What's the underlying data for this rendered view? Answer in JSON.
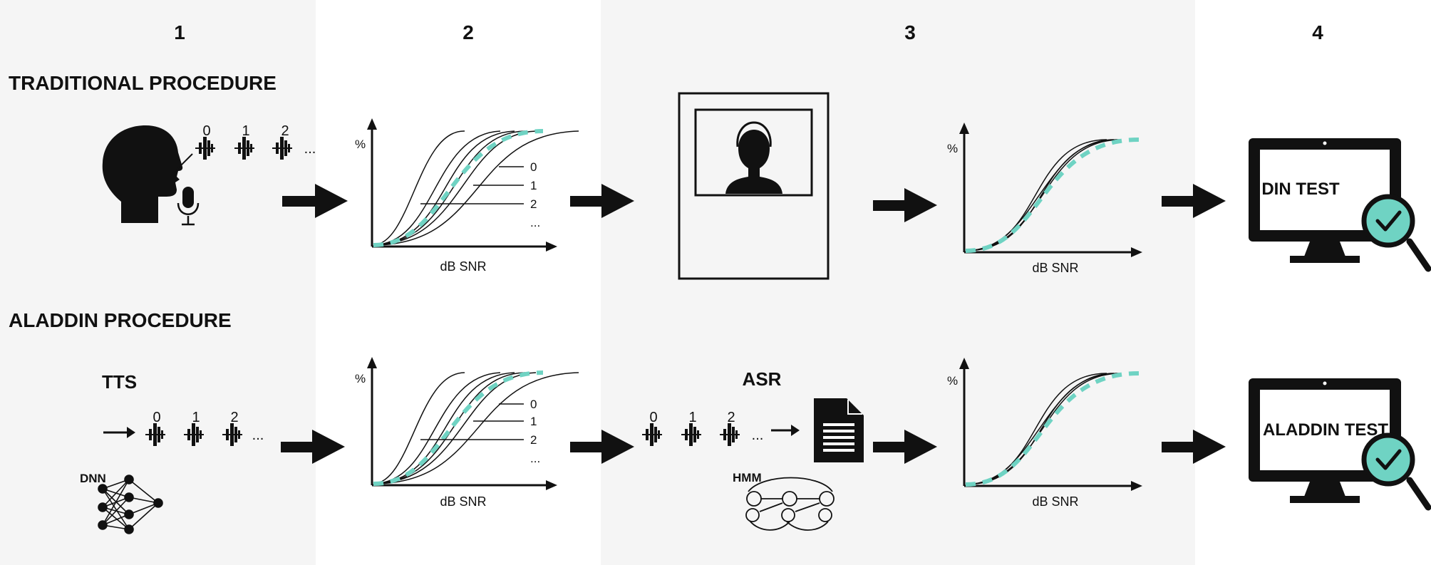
{
  "columns": [
    "1",
    "2",
    "3",
    "4"
  ],
  "rows": {
    "traditional": {
      "title": "TRADITIONAL PROCEDURE"
    },
    "aladdin": {
      "title": "ALADDIN PROCEDURE"
    }
  },
  "digit_labels": [
    "0",
    "1",
    "2",
    "..."
  ],
  "tts_label": "TTS",
  "dnn_label": "DNN",
  "asr_label": "ASR",
  "hmm_label": "HMM",
  "plot": {
    "ylabel": "%",
    "xlabel": "dB SNR",
    "curve_labels": [
      "0",
      "1",
      "2",
      "..."
    ]
  },
  "monitor_labels": {
    "traditional": "DIN TEST",
    "aladdin": "ALADDIN TEST"
  },
  "colors": {
    "panel_gray": "#f5f5f5",
    "accent": "#6fd3c3",
    "ink": "#111111"
  },
  "icons": [
    "head-icon",
    "microphone-icon",
    "waveform-icon",
    "arrow-icon",
    "listener-booth-icon",
    "document-icon",
    "neural-network-icon",
    "hmm-icon",
    "monitor-icon",
    "magnifier-check-icon"
  ]
}
